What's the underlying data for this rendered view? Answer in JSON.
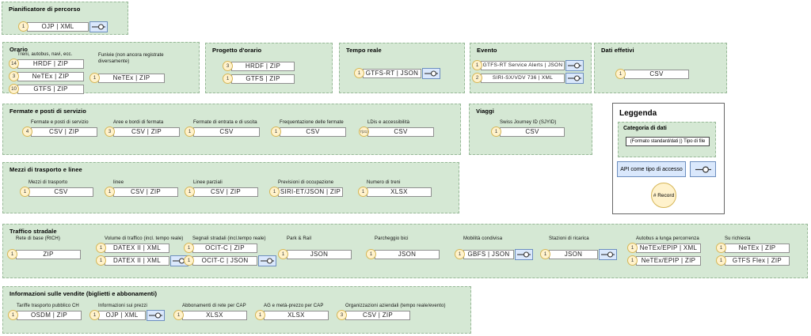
{
  "colors": {
    "section_fill": "#d5e8d4",
    "badge_fill": "#fff2cc",
    "badge_border": "#d6b656",
    "api_fill": "#dae8fc",
    "api_border": "#6c8ebf"
  },
  "icons": {
    "api": "api-access-icon (interface lollipop)"
  },
  "sections": [
    {
      "title": "Pianificatore di percorso",
      "items": [
        {
          "label": "",
          "rows": [
            {
              "n": "1",
              "fmt": "OJP | XML",
              "api": true
            }
          ]
        }
      ]
    },
    {
      "title": "Orario",
      "items": [
        {
          "label": "Treni, autobus, navi, ecc.",
          "rows": [
            {
              "n": "14",
              "fmt": "HRDF | ZIP"
            },
            {
              "n": "3",
              "fmt": "NeTEx | ZIP"
            },
            {
              "n": "10",
              "fmt": "GTFS | ZIP"
            }
          ]
        },
        {
          "label": "Funivie (non ancora registrate diversamente)",
          "rows": [
            {
              "n": "1",
              "fmt": "NeTEx | ZIP"
            }
          ]
        }
      ]
    },
    {
      "title": "Progetto d'orario",
      "items": [
        {
          "label": "",
          "rows": [
            {
              "n": "3",
              "fmt": "HRDF | ZIP"
            },
            {
              "n": "1",
              "fmt": "GTFS | ZIP"
            }
          ]
        }
      ]
    },
    {
      "title": "Tempo reale",
      "items": [
        {
          "label": "",
          "rows": [
            {
              "n": "1",
              "fmt": "GTFS-RT | JSON",
              "api": true
            }
          ]
        }
      ]
    },
    {
      "title": "Evento",
      "items": [
        {
          "label": "",
          "rows": [
            {
              "n": "1",
              "fmt": "GTFS-RT Service Alerts | JSON",
              "api": true
            },
            {
              "n": "2",
              "fmt": "SIRI-SX/VDV 736 | XML",
              "api": true
            }
          ]
        }
      ]
    },
    {
      "title": "Dati effetivi",
      "items": [
        {
          "label": "",
          "rows": [
            {
              "n": "1",
              "fmt": "CSV"
            }
          ]
        }
      ]
    },
    {
      "title": "Fermate e posti di servizio",
      "items": [
        {
          "label": "Fermate e posti di servizio",
          "rows": [
            {
              "n": "4",
              "fmt": "CSV | ZIP"
            }
          ]
        },
        {
          "label": "Aree e bordi di fermata",
          "rows": [
            {
              "n": "3",
              "fmt": "CSV | ZIP"
            }
          ]
        },
        {
          "label": "Fermate di entrata e di uscita",
          "rows": [
            {
              "n": "1",
              "fmt": "CSV"
            }
          ]
        },
        {
          "label": "Frequentazione delle fermate",
          "rows": [
            {
              "n": "1",
              "fmt": "CSV"
            }
          ]
        },
        {
          "label": "LDis e accessibilità",
          "rows": [
            {
              "n": "7(21)",
              "fmt": "CSV"
            }
          ]
        }
      ]
    },
    {
      "title": "Viaggi",
      "items": [
        {
          "label": "Swiss Journey ID (SJYID)",
          "rows": [
            {
              "n": "1",
              "fmt": "CSV"
            }
          ]
        }
      ]
    },
    {
      "title": "Mezzi di trasporto e linee",
      "items": [
        {
          "label": "Mezzi di trasporto",
          "rows": [
            {
              "n": "1",
              "fmt": "CSV"
            }
          ]
        },
        {
          "label": "linee",
          "rows": [
            {
              "n": "1",
              "fmt": "CSV | ZIP"
            }
          ]
        },
        {
          "label": "Linee parziali",
          "rows": [
            {
              "n": "1",
              "fmt": "CSV | ZIP"
            }
          ]
        },
        {
          "label": "Previsioni di occupazione",
          "rows": [
            {
              "n": "1",
              "fmt": "SIRI-ET/JSON | ZIP"
            }
          ]
        },
        {
          "label": "Numero di treni",
          "rows": [
            {
              "n": "1",
              "fmt": "XLSX"
            }
          ]
        }
      ]
    },
    {
      "title": "Traffico stradale",
      "items": [
        {
          "label": "Rete di base (RtCH)",
          "rows": [
            {
              "n": "1",
              "fmt": "ZIP"
            }
          ]
        },
        {
          "label": "Volume di traffico (incl. tempo reale)",
          "rows": [
            {
              "n": "1",
              "fmt": "DATEX II | XML"
            },
            {
              "n": "1",
              "fmt": "DATEX II | XML",
              "api": true
            }
          ]
        },
        {
          "label": "Segnali stradali (incl.tempo reale)",
          "rows": [
            {
              "n": "1",
              "fmt": "OCIT-C | ZIP"
            },
            {
              "n": "1",
              "fmt": "OCIT-C | JSON",
              "api": true
            }
          ]
        },
        {
          "label": "Park & Rail",
          "rows": [
            {
              "n": "1",
              "fmt": "JSON"
            }
          ]
        },
        {
          "label": "Parcheggio bici",
          "rows": [
            {
              "n": "1",
              "fmt": "JSON"
            }
          ]
        },
        {
          "label": "Mobilità condivisa",
          "rows": [
            {
              "n": "1",
              "fmt": "GBFS | JSON",
              "api": true
            }
          ]
        },
        {
          "label": "Stazioni di ricarica",
          "rows": [
            {
              "n": "1",
              "fmt": "JSON",
              "api": true
            }
          ]
        },
        {
          "label": "Autobus a lunga percorrenza",
          "rows": [
            {
              "n": "1",
              "fmt": "NeTEx/EPIP | XML"
            },
            {
              "n": "1",
              "fmt": "NeTEx/EPIP | ZIP"
            }
          ]
        },
        {
          "label": "Su richiesta",
          "rows": [
            {
              "n": "1",
              "fmt": "NeTEx | ZIP"
            },
            {
              "n": "1",
              "fmt": "GTFS Flex | ZIP"
            }
          ]
        }
      ]
    },
    {
      "title": "Informazioni sulle vendite (biglietti e abbonamenti)",
      "items": [
        {
          "label": "Tariffe trasporto pubblico CH",
          "rows": [
            {
              "n": "1",
              "fmt": "OSDM | ZIP"
            }
          ]
        },
        {
          "label": "Informazioni sui prezzi",
          "rows": [
            {
              "n": "1",
              "fmt": "OJP | XML",
              "api": true
            }
          ]
        },
        {
          "label": "Abbonamenti di rete per CAP",
          "rows": [
            {
              "n": "1",
              "fmt": "XLSX"
            }
          ]
        },
        {
          "label": "AG e metà-prezzo per CAP",
          "rows": [
            {
              "n": "1",
              "fmt": "XLSX"
            }
          ]
        },
        {
          "label": "Organizzazioni aziendali (tempo reale/evento)",
          "rows": [
            {
              "n": "3",
              "fmt": "CSV | ZIP"
            }
          ]
        }
      ]
    }
  ],
  "legend": {
    "title": "Leggenda",
    "category_title": "Categoria di dati",
    "filetype_box": "(Formato standard/dati |) Tipo di file",
    "api_label": "API come tipo di accesso",
    "record_label": "# Record"
  }
}
